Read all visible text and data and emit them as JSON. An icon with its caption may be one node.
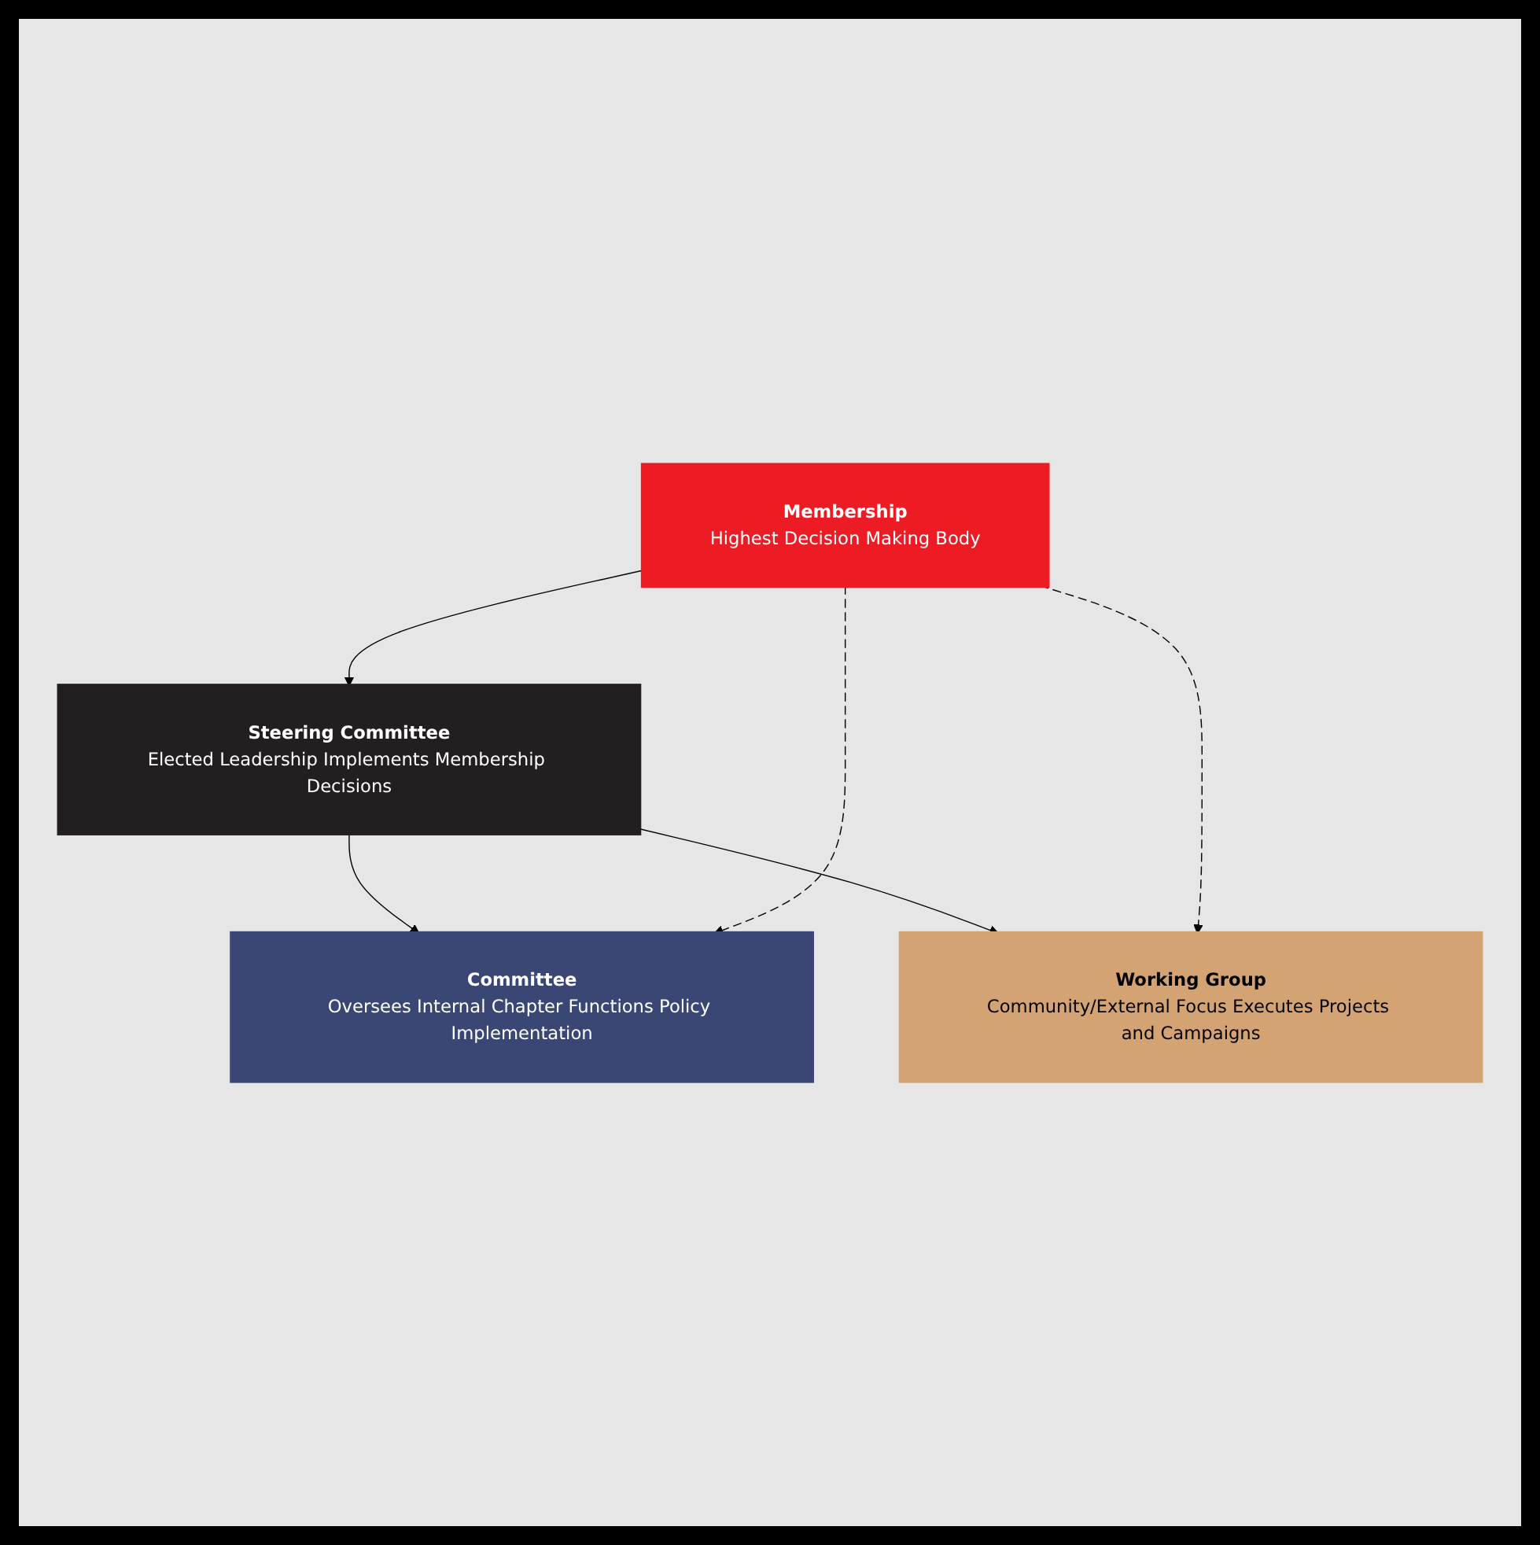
{
  "diagram": {
    "nodes": [
      {
        "text": [
          "Membership",
          "Highest Decision Making Body"
        ]
      },
      {
        "text": [
          "Steering Committee",
          "Elected Leadership Implements Membership Decisions"
        ]
      },
      {
        "text": [
          "Committee",
          "Oversees Internal Chapter Functions Policy Implementation"
        ]
      },
      {
        "text": [
          "Working Group",
          "Community/External Focus Executes Projects and Campaigns"
        ]
      }
    ],
    "edges": [
      {
        "from": 0,
        "to": 1,
        "arrow": "to"
      },
      {
        "from": 1,
        "to": 2,
        "arrow": "to"
      },
      {
        "from": 1,
        "to": 3,
        "arrow": "to"
      },
      {
        "from": 0,
        "to": 2,
        "arrow": "to",
        "style": "dashed"
      },
      {
        "from": 0,
        "to": 3,
        "arrow": "to",
        "style": "dashed"
      }
    ]
  }
}
